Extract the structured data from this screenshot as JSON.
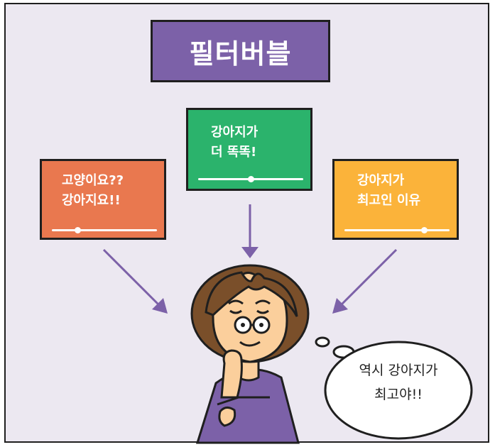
{
  "title": "필터버블",
  "cards": {
    "left": {
      "line1": "고양이요??",
      "line2": "강아지요!!"
    },
    "center": {
      "line1": "강아지가",
      "line2": "더 똑똑!"
    },
    "right": {
      "line1": "강아지가",
      "line2": "최고인 이유"
    }
  },
  "speech": {
    "line1": "역시 강아지가",
    "line2": "최고야!!"
  },
  "colors": {
    "background": "#ece8f1",
    "title_box": "#7c61a8",
    "card_left": "#e9784f",
    "card_center": "#2bb36c",
    "card_right": "#fbb33a",
    "arrow": "#7c61a8",
    "hair": "#7a4f2a",
    "skin": "#fbcf9c",
    "shirt": "#7c61a8"
  }
}
